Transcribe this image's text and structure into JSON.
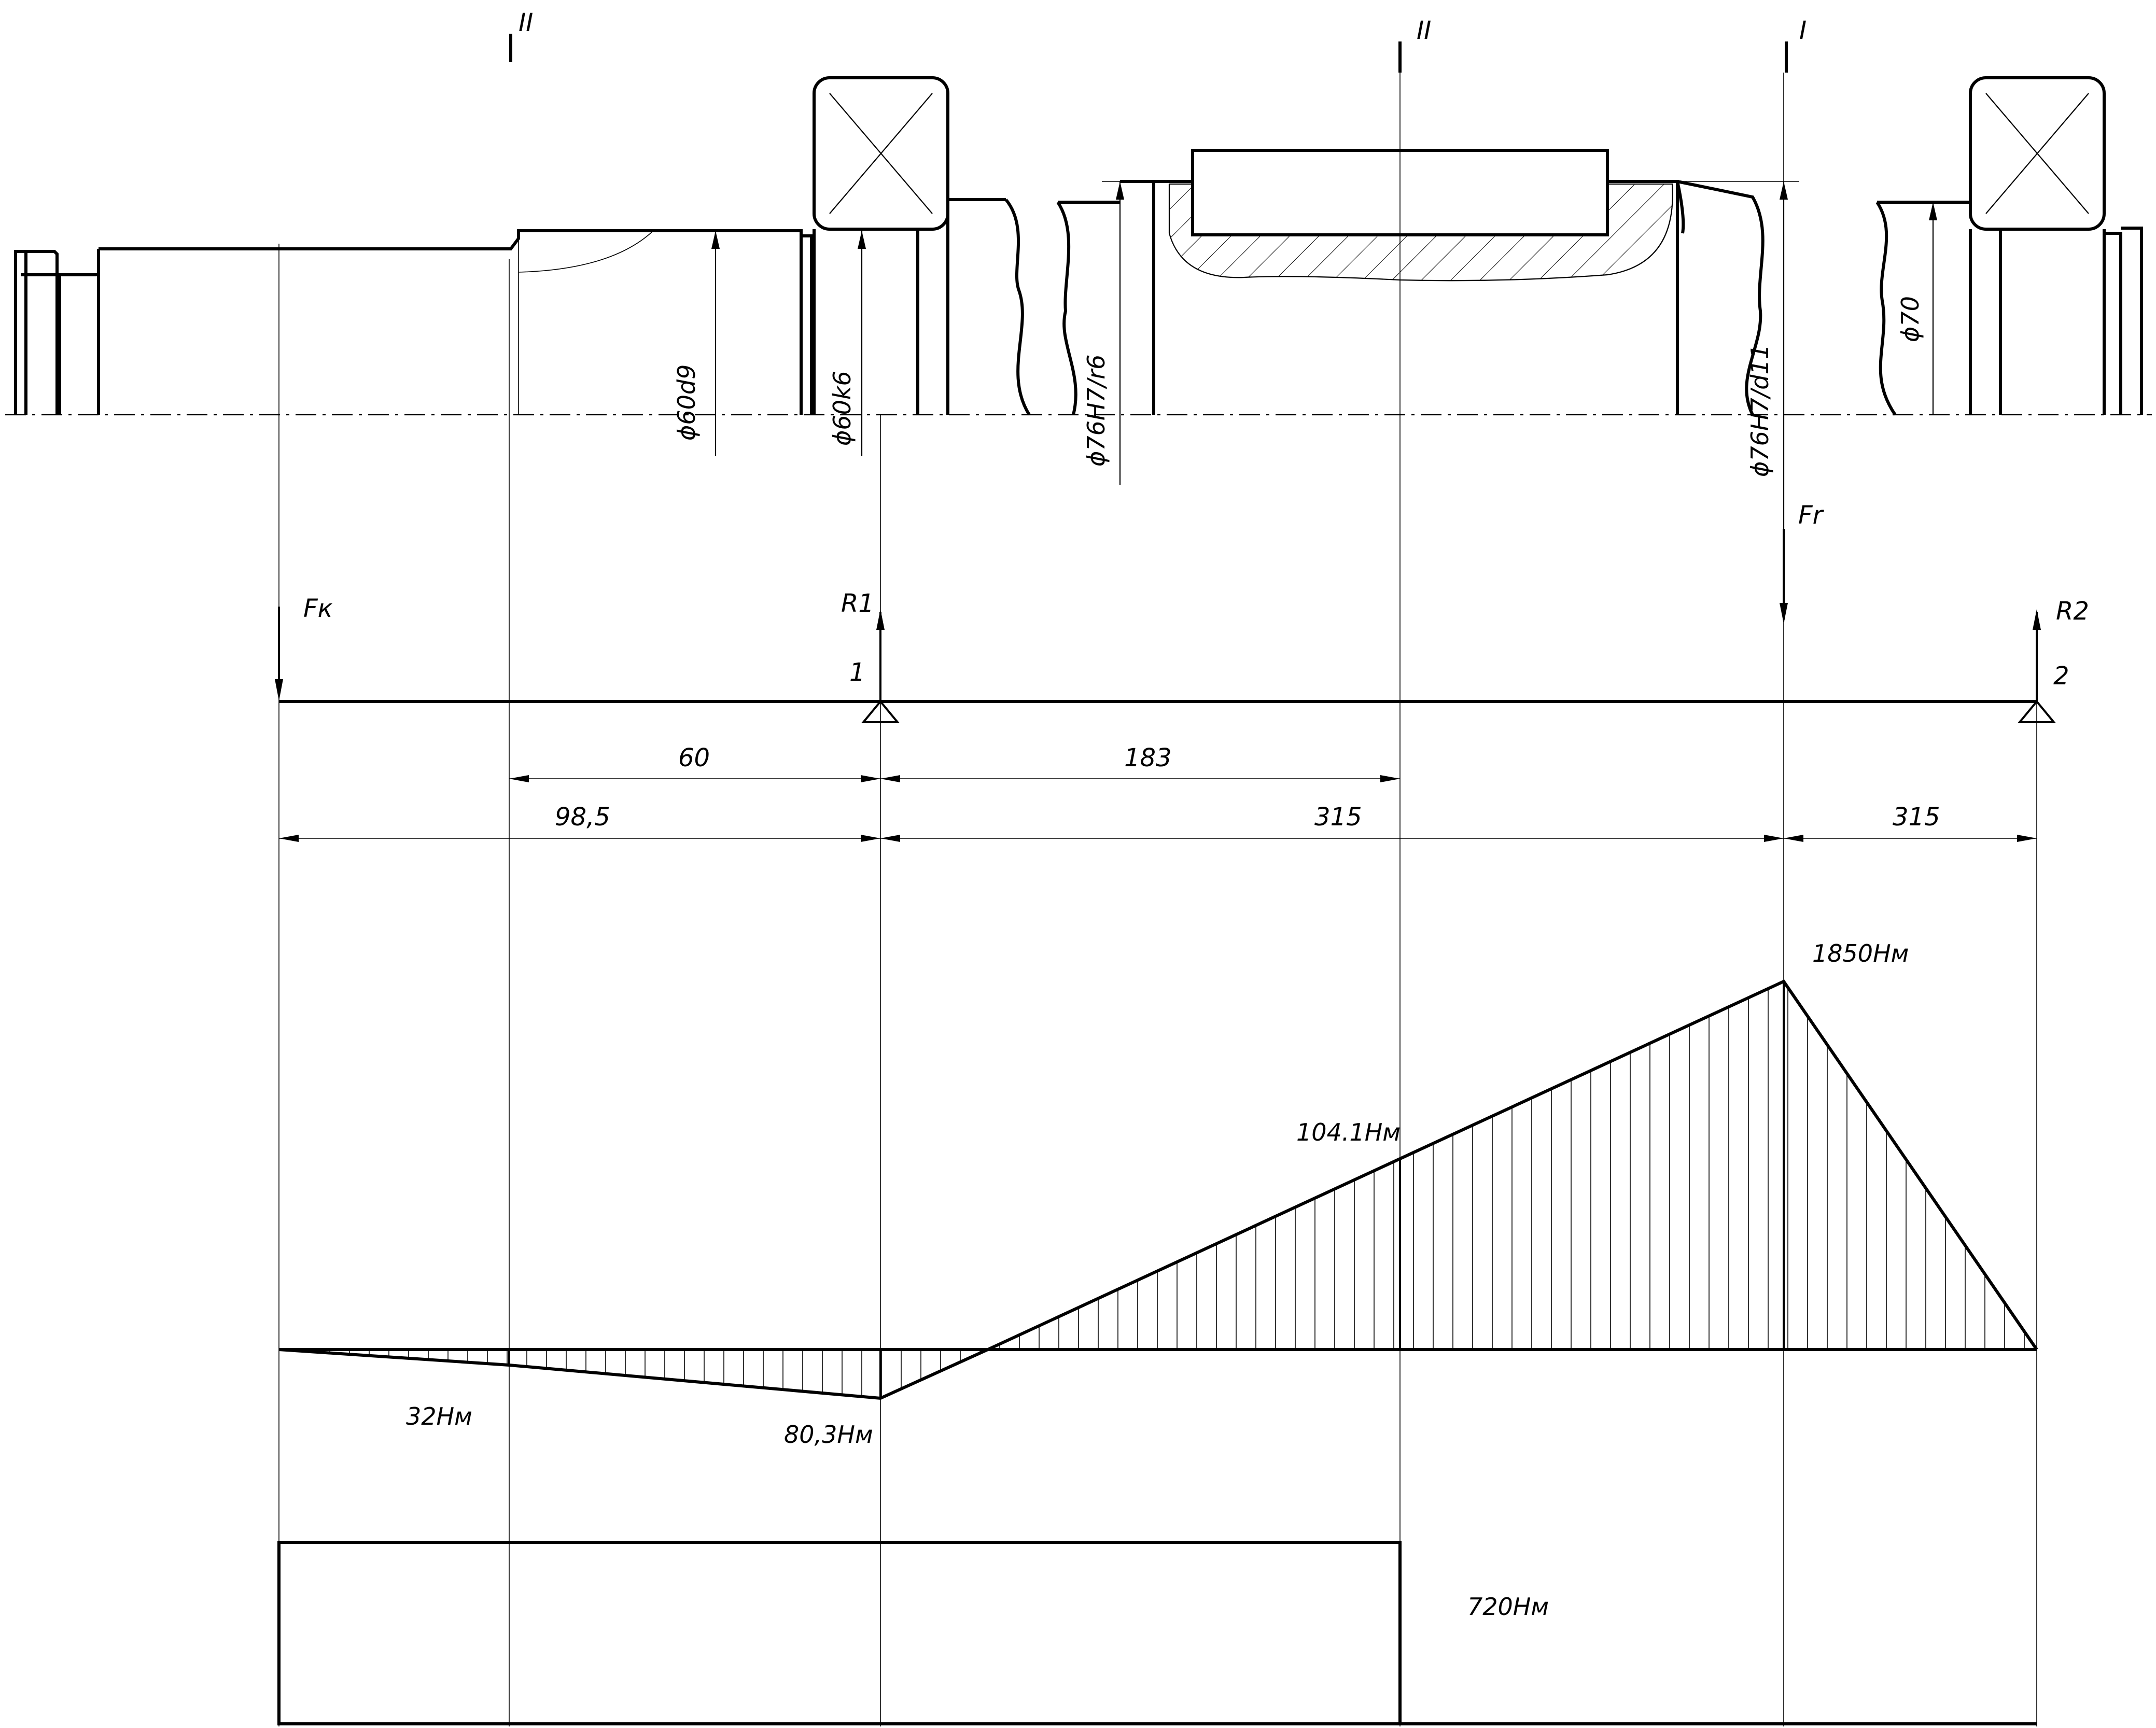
{
  "section_marks": {
    "left": "II",
    "middle": "II",
    "right": "I"
  },
  "fits": {
    "d1": "ϕ60d9",
    "d2": "ϕ60k6",
    "d3": "ϕ76H7/r6",
    "d4": "ϕ76H7/d11",
    "d5": "ϕ70"
  },
  "forces": {
    "fk": "Fк",
    "fr": "Fr",
    "r1": "R1",
    "r2": "R2",
    "support1": "1",
    "support2": "2"
  },
  "dimensions": {
    "d60": "60",
    "d183": "183",
    "d98_5": "98,5",
    "d315a": "315",
    "d315b": "315"
  },
  "moments": {
    "m1850": "1850Нм",
    "m104": "104.1Нм",
    "m32": "32Нм",
    "m80": "80,3Нм",
    "torque": "720Нм"
  }
}
